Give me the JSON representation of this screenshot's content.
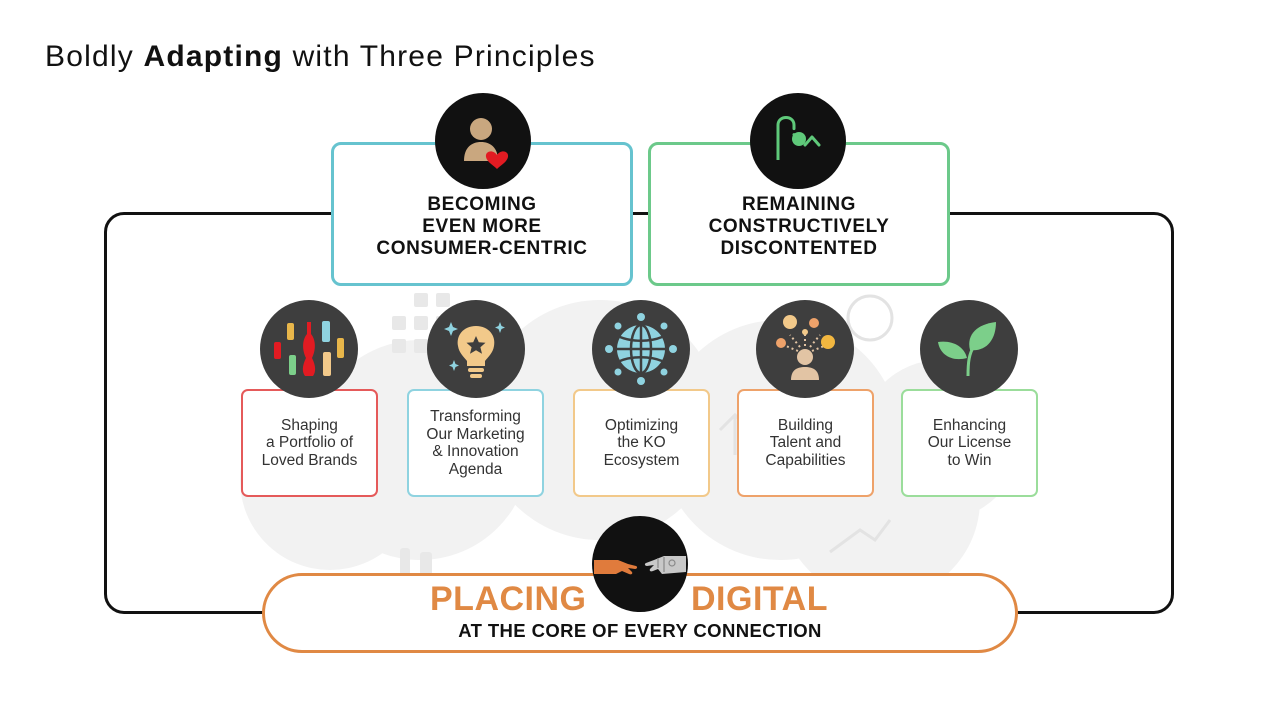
{
  "title": {
    "regular_start": "Boldly ",
    "bold": "Adapting",
    "regular_end": " with Three Principles"
  },
  "principles": [
    {
      "label": "BECOMING\nEVEN MORE\nCONSUMER-CENTRIC",
      "icon": "consumer-heart-icon",
      "color": "#66c3cf"
    },
    {
      "label": "REMAINING\nCONSTRUCTIVELY\nDISCONTENTED",
      "icon": "path-loop-icon",
      "color": "#6cc98a"
    }
  ],
  "pillars": [
    {
      "label": "Shaping\na Portfolio of\nLoved Brands",
      "icon": "bottles-icon",
      "color": "#e55a5a"
    },
    {
      "label": "Transforming\nOur Marketing\n& Innovation\nAgenda",
      "icon": "lightbulb-star-icon",
      "color": "#8fd3e0"
    },
    {
      "label": "Optimizing\nthe KO\nEcosystem",
      "icon": "globe-network-icon",
      "color": "#f2c98a"
    },
    {
      "label": "Building\nTalent and\nCapabilities",
      "icon": "person-ideas-icon",
      "color": "#eea26a"
    },
    {
      "label": "Enhancing\nOur License\nto Win",
      "icon": "sprout-icon",
      "color": "#9bdd9b"
    }
  ],
  "digital": {
    "word_left": "PLACING",
    "word_right": "DIGITAL",
    "subtitle": "AT THE CORE OF EVERY CONNECTION",
    "icon": "human-robot-hands-icon",
    "color": "#e08944"
  }
}
